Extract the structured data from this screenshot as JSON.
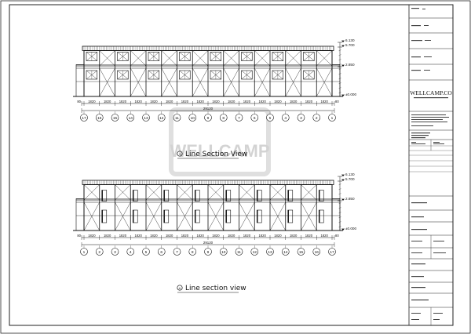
{
  "views": [
    {
      "caption": "Line Section View",
      "caption_mark": "1",
      "axis_labels": [
        "17",
        "16",
        "15",
        "14",
        "13",
        "12",
        "11",
        "10",
        "9",
        "8",
        "7",
        "6",
        "5",
        "4",
        "3",
        "2",
        "1"
      ],
      "bay_dims": [
        "1820",
        "1820",
        "1820",
        "1820",
        "1820",
        "1820",
        "1820",
        "1820",
        "1820",
        "1820",
        "1820",
        "1820",
        "1820",
        "1820",
        "1820",
        "1820"
      ],
      "end_dim_left": "80",
      "end_dim_right": "80",
      "total_dim": "29120",
      "levels": [
        "6.130",
        "5.700",
        "2.850",
        "±0.000"
      ]
    },
    {
      "caption": "Line section view",
      "caption_mark": "A",
      "axis_labels": [
        "1",
        "2",
        "3",
        "4",
        "5",
        "6",
        "7",
        "8",
        "9",
        "10",
        "11",
        "12",
        "13",
        "14",
        "15",
        "16",
        "17"
      ],
      "bay_dims": [
        "1820",
        "1820",
        "1820",
        "1820",
        "1820",
        "1820",
        "1820",
        "1820",
        "1820",
        "1820",
        "1820",
        "1820",
        "1820",
        "1820",
        "1820",
        "1820"
      ],
      "end_dim_left": "80",
      "end_dim_right": "80",
      "total_dim": "29120",
      "levels": [
        "6.130",
        "5.700",
        "2.850",
        "±0.000"
      ]
    }
  ],
  "title_block": {
    "company": "WELLCAMP.CO"
  },
  "watermark": "WELLCAMP"
}
